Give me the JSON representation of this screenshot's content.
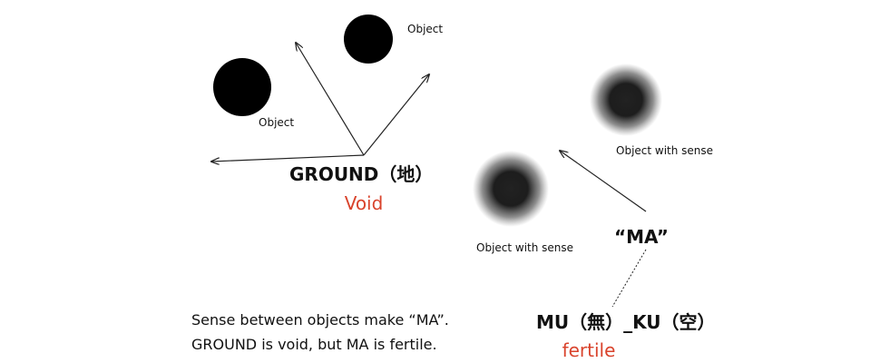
{
  "colors": {
    "ink": "#000000",
    "text": "#111111",
    "accent": "#d9432c",
    "background": "#ffffff"
  },
  "left_group": {
    "object_top_label": "Object",
    "object_left_label": "Object",
    "ground_label": "GROUND（地）",
    "void_label": "Void"
  },
  "right_group": {
    "sense_top_label": "Object with sense",
    "sense_left_label": "Object with sense",
    "ma_label": "“MA”",
    "mu_ku_label": "MU（無）_KU（空）",
    "fertile_label": "fertile"
  },
  "caption": {
    "line1": "Sense between objects make “MA”.",
    "line2": "GROUND is void,  but MA is fertile."
  }
}
